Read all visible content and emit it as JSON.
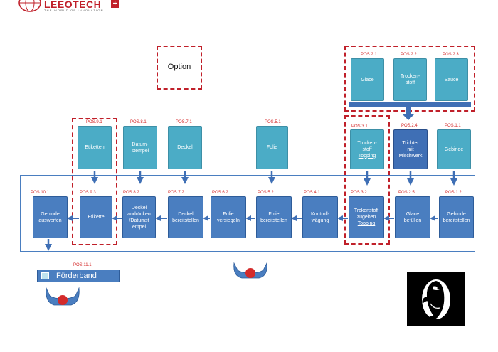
{
  "header": {
    "brand": "LEEOTECH",
    "tagline": "THE WORLD OF INNOVATION"
  },
  "option_label": "Option",
  "top_group": [
    {
      "pos": "POS.2.1",
      "label": "Glace"
    },
    {
      "pos": "POS.2.2",
      "label": "Trocken-\nstoff"
    },
    {
      "pos": "POS.2.3",
      "label": "Sauce"
    }
  ],
  "upper_row": [
    {
      "pos": "POS.9.1",
      "label": "Etiketten"
    },
    {
      "pos": "POS.8.1",
      "label": "Datum-\nstempel"
    },
    {
      "pos": "POS.7.1",
      "label": "Deckel"
    },
    {
      "pos": "POS.5.1",
      "label": "Folie"
    },
    {
      "pos": "POS.3.1",
      "label": "Trocken-\nstoff",
      "sub": "Topping"
    },
    {
      "pos": "POS.2.4",
      "label": "Trichter\nmit\nMischwerk"
    },
    {
      "pos": "POS.1.1",
      "label": "Gebinde"
    }
  ],
  "lower_row": [
    {
      "pos": "POS.10.1",
      "label": "Gebinde\nauswerfen"
    },
    {
      "pos": "POS.9.3",
      "label": "Etikette"
    },
    {
      "pos": "POS.8.2",
      "label": "Deckel\nandrücken\n/Datumst\nempel"
    },
    {
      "pos": "POS.7.2",
      "label": "Deckel\nbereitstellen"
    },
    {
      "pos": "POS.6.2",
      "label": "Folie\nversiegeln"
    },
    {
      "pos": "POS.5.2",
      "label": "Folie\nbereitstellen"
    },
    {
      "pos": "POS.4.1",
      "label": "Kontroll-\nwägung"
    },
    {
      "pos": "POS.3.2",
      "label": "Trckenstoff\nzugeben",
      "sub": "Topping"
    },
    {
      "pos": "POS.2.5",
      "label": "Glace\nbefüllen"
    },
    {
      "pos": "POS.1.2",
      "label": "Gebinde\nbereitstellen"
    }
  ],
  "conveyor": {
    "pos": "POS.11.1",
    "label": "Förderband"
  },
  "colors": {
    "light": "#4bacc6",
    "dark": "#4a7ec0",
    "accent_red": "#c0202a",
    "arrow": "#3f6fb5"
  },
  "icons": [
    "tray-icon",
    "logo-cross-icon",
    "penguin-logo-icon"
  ]
}
